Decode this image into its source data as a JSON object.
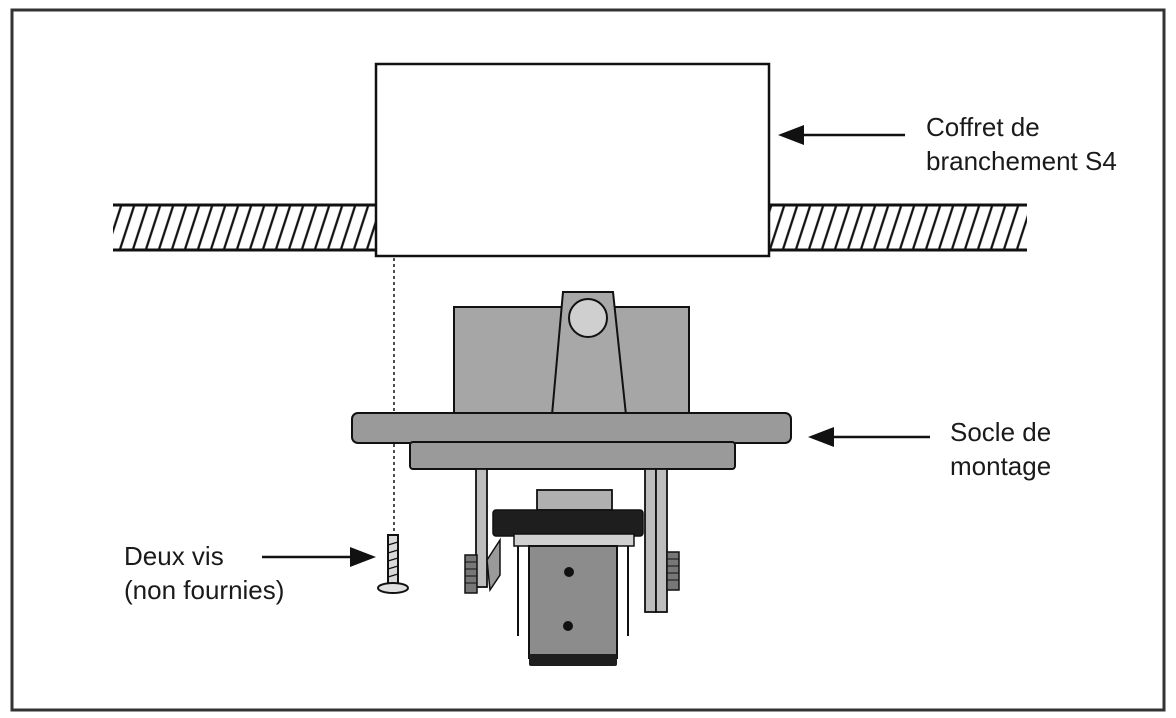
{
  "labels": {
    "coffret": {
      "line1": "Coffret de",
      "line2": "branchement S4"
    },
    "socle": {
      "line1": "Socle de",
      "line2": "montage"
    },
    "vis": {
      "line1": "Deux vis",
      "line2": "(non fournies)"
    }
  },
  "colors": {
    "frame": "#333333",
    "line": "#111111",
    "housing_gray": "#a6a6a6",
    "plate_gray": "#9a9a9a",
    "camera_gray": "#8c8c8c",
    "dark_band": "#1e1e1e",
    "knob_gray": "#cfcfcf"
  }
}
